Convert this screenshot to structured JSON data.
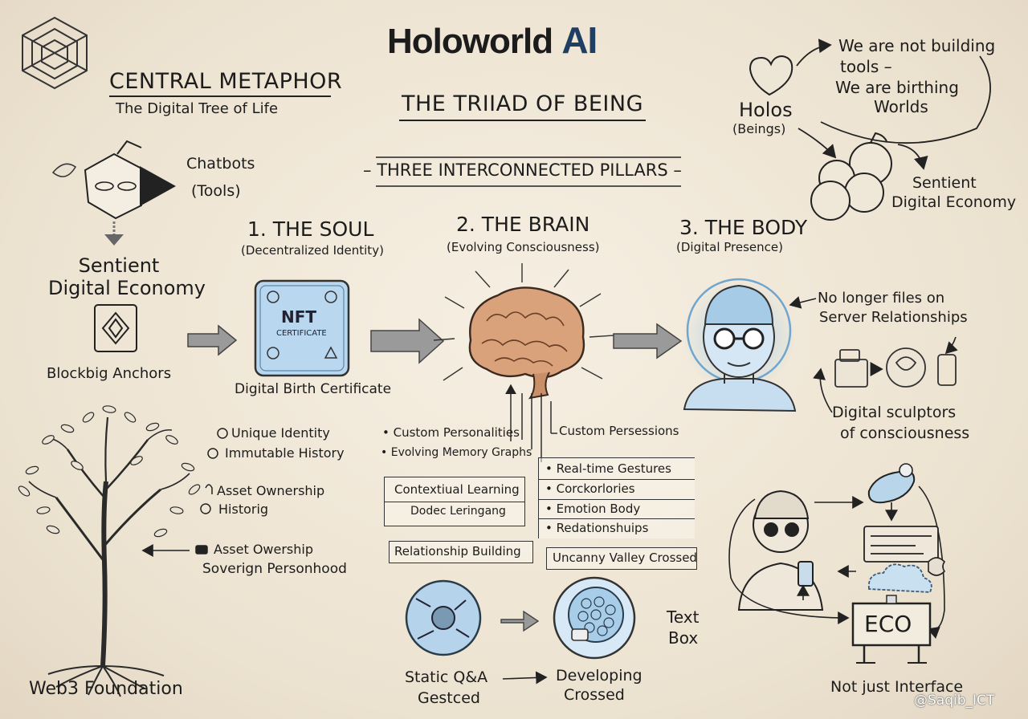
{
  "header": {
    "title_main": "Holoworld ",
    "title_ai": "AI"
  },
  "metaphor": {
    "heading": "CENTRAL METAPHOR",
    "subheading": "The Digital Tree of Life"
  },
  "triad": {
    "heading": "THE TRIIAD OF BEING",
    "pillars_banner": "THREE INTERCONNECTED PILLARS"
  },
  "left_flow": {
    "chatbots": "Chatbots",
    "tools": "(Tools)",
    "economy_line1": "Sentient",
    "economy_line2": "Digital Economy",
    "anchors": "Blockbig Anchors"
  },
  "soul": {
    "title": "1. THE SOUL",
    "subtitle": "(Decentralized Identity)",
    "nft_label": "NFT",
    "nft_sub": "CERTIFICATE",
    "caption": "Digital Birth Certificate"
  },
  "brain": {
    "title": "2. THE BRAIN",
    "subtitle": "(Evolving Consciousness)"
  },
  "body": {
    "title": "3. THE BODY",
    "subtitle": "(Digital Presence)",
    "note_line1": "No longer files on",
    "note_line2": "Server Relationships",
    "sculptors_line1": "Digital sculptors",
    "sculptors_line2": "of consciousness"
  },
  "holos": {
    "label": "Holos",
    "sub": "(Beings)",
    "quote_line1": "We are not building",
    "quote_line2": "tools –",
    "quote_line3": "We are birthing",
    "quote_line4": "Worlds",
    "economy_line1": "Sentient",
    "economy_line2": "Digital Economy"
  },
  "tree_features": {
    "unique_identity": "Unique Identity",
    "immutable_history": "Immutable History",
    "asset_ownership_1": "Asset Ownership",
    "historig": "Historig",
    "asset_ownership_2": "Asset Owership",
    "sovereign": "Soverign Personhood",
    "foundation": "Web3 Foundation"
  },
  "brain_features": {
    "custom_personalities": "Custom Personalities",
    "memory_graphs": "Evolving Memory Graphs",
    "custom_persessions": "Custom Persessions",
    "learning_box": [
      "Contextiual Learning",
      "Dodec Leringang"
    ],
    "gesture_box": [
      "Real-time Gestures",
      "Corckorlories",
      "Emotion Body",
      "Redationshuips"
    ],
    "relationship_building": "Relationship Building",
    "uncanny": "Uncanny Valley Crossed"
  },
  "evolution": {
    "static_line1": "Static Q&A",
    "static_line2": "Gestced",
    "developing_line1": "Developing",
    "developing_line2": "Crossed",
    "textbox_line1": "Text",
    "textbox_line2": "Box"
  },
  "eco": {
    "sign": "ECO",
    "caption": "Not just Interface"
  },
  "watermark": "@Saqib_ICT",
  "colors": {
    "paper": "#efe6d6",
    "ink": "#1c1c1c",
    "blue_accent": "#9cc3e0",
    "ai_blue": "#1f3e63",
    "brain_tan": "#d9a27b"
  }
}
